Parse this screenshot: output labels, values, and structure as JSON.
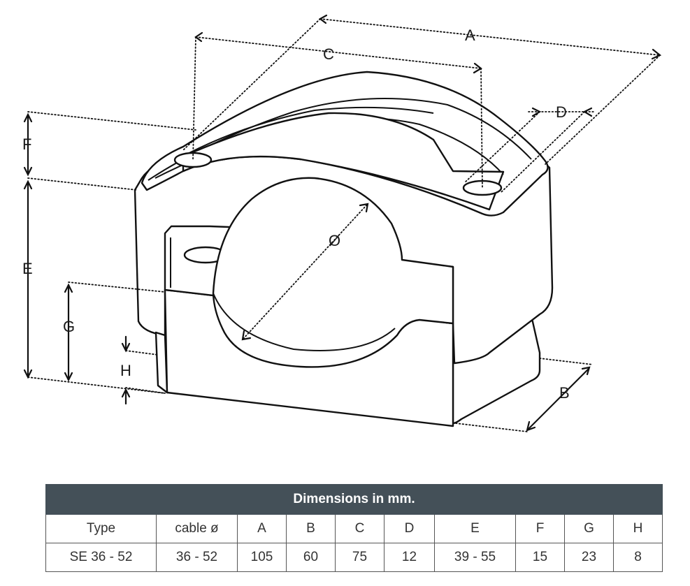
{
  "diagram": {
    "dimension_labels": {
      "A": "A",
      "B": "B",
      "C": "C",
      "D": "D",
      "E": "E",
      "F": "F",
      "G": "G",
      "H": "H",
      "diameter": "Ø"
    }
  },
  "table": {
    "caption": "Dimensions in mm.",
    "headers": [
      "Type",
      "cable ø",
      "A",
      "B",
      "C",
      "D",
      "E",
      "F",
      "G",
      "H"
    ],
    "rows": [
      [
        "SE 36 - 52",
        "36 - 52",
        "105",
        "60",
        "75",
        "12",
        "39 - 55",
        "15",
        "23",
        "8"
      ]
    ]
  }
}
